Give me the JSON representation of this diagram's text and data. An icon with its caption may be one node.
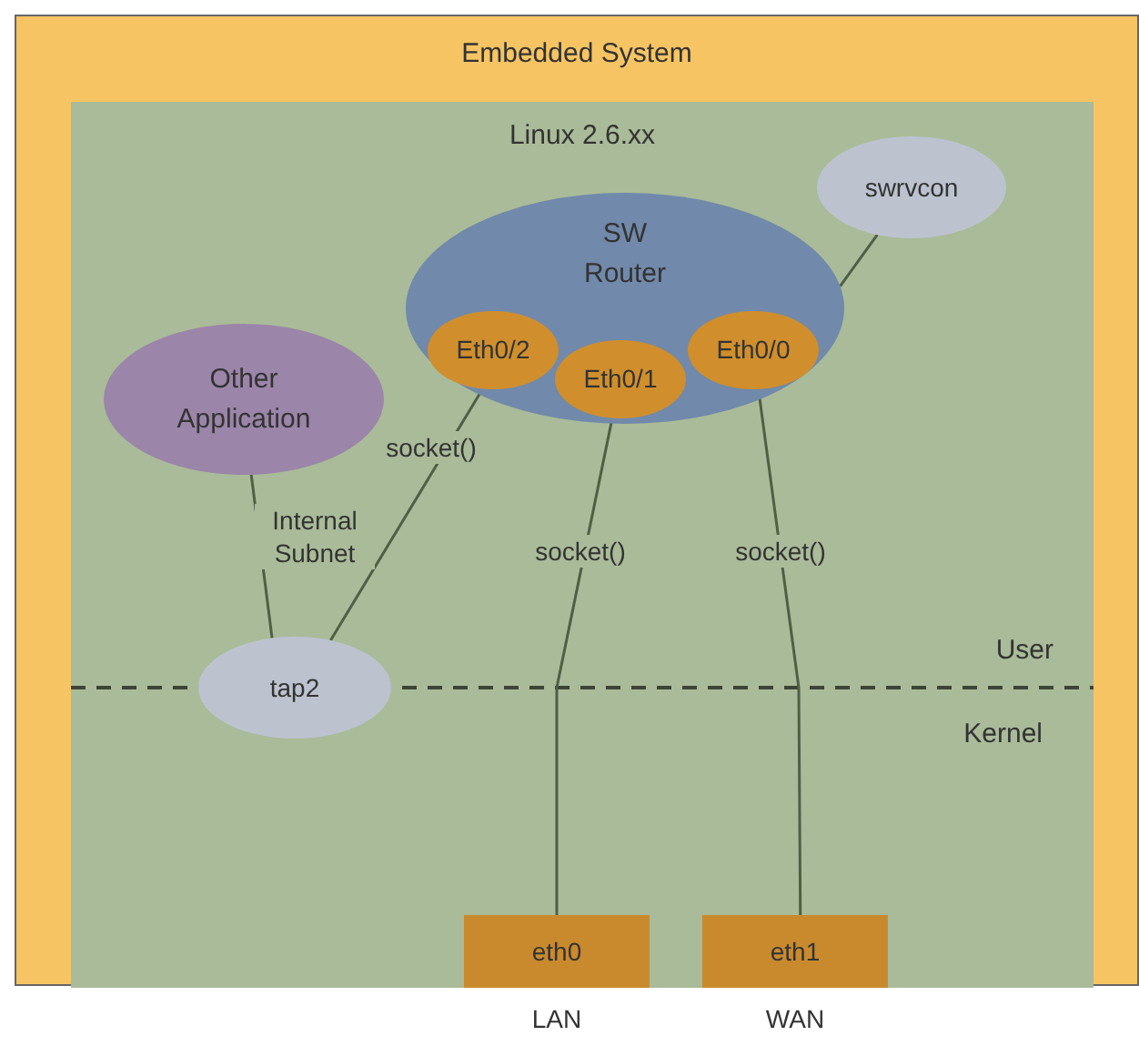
{
  "diagram": {
    "nodes": [
      {
        "text": [
          "Embedded System"
        ]
      },
      {
        "text": [
          "Linux 2.6.xx"
        ],
        "in": 0
      },
      {
        "text": [
          "SW Router"
        ],
        "in": 1
      },
      {
        "text": [
          "Eth0/2"
        ],
        "in": 2
      },
      {
        "text": [
          "Eth0/1"
        ],
        "in": 2
      },
      {
        "text": [
          "Eth0/0"
        ],
        "in": 2
      },
      {
        "text": [
          "swrvcon"
        ],
        "in": 1
      },
      {
        "text": [
          "Other Application"
        ],
        "in": 1
      },
      {
        "text": [
          "tap2"
        ],
        "in": 1
      },
      {
        "text": [
          "eth0"
        ],
        "in": 1,
        "beside": [
          "LAN"
        ]
      },
      {
        "text": [
          "eth1"
        ],
        "in": 1,
        "beside": [
          "WAN"
        ]
      }
    ],
    "edges": [
      {
        "from": 6,
        "to": 2,
        "arrow": "none"
      },
      {
        "from": 3,
        "to": 8,
        "arrow": "none",
        "label": "socket()"
      },
      {
        "from": 7,
        "to": 8,
        "arrow": "none",
        "label": "Internal Subnet"
      },
      {
        "from": 4,
        "to": 9,
        "arrow": "none",
        "label": "socket()"
      },
      {
        "from": 5,
        "to": 10,
        "arrow": "none",
        "label": "socket()"
      }
    ],
    "labels": [
      "User",
      "Kernel"
    ]
  }
}
